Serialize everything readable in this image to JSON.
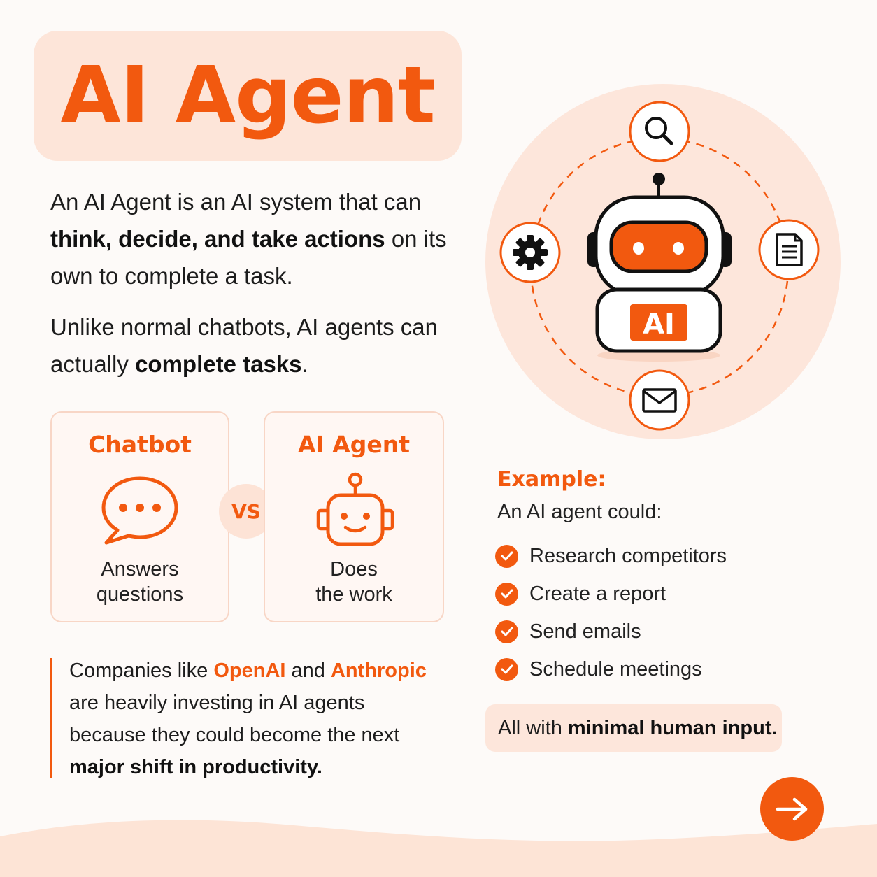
{
  "title": "AI Agent",
  "intro": {
    "p1_before": "An AI Agent is an AI system that can",
    "p1_bold": "think, decide, and take actions",
    "p1_after": "on its own to complete a task.",
    "p2_before": "Unlike normal chatbots, AI agents can actually",
    "p2_bold": "complete tasks",
    "p2_after": "."
  },
  "comparison": {
    "left": {
      "title": "Chatbot",
      "desc_line1": "Answers",
      "desc_line2": "questions",
      "icon": "speech-bubble-icon"
    },
    "vs": "VS",
    "right": {
      "title": "AI Agent",
      "desc_line1": "Does",
      "desc_line2": "the work",
      "icon": "robot-face-icon"
    }
  },
  "quote": {
    "before": "Companies like",
    "company1": "OpenAI",
    "and": "and",
    "company2": "Anthropic",
    "middle": "are heavily investing in AI agents because they could become the next",
    "bold": "major shift in productivity."
  },
  "diagram": {
    "robot_label": "AI",
    "icons": [
      "search-icon",
      "document-icon",
      "mail-icon",
      "gear-icon",
      "robot-icon"
    ]
  },
  "example": {
    "label": "Example:",
    "intro": "An AI agent could:",
    "items": [
      "Research competitors",
      "Create a report",
      "Send emails",
      "Schedule meetings"
    ]
  },
  "summary": {
    "before": "All with",
    "bold": "minimal human input."
  },
  "colors": {
    "accent": "#f2590f",
    "soft": "#fde6db",
    "background": "#fdfaf8"
  }
}
